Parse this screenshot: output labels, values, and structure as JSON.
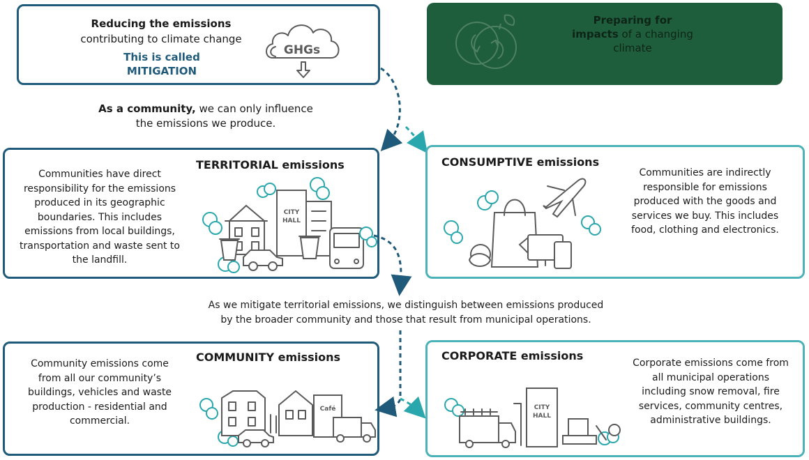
{
  "mitigation": {
    "line1": "Reducing the emissions",
    "line2": "contributing to climate change",
    "called": "This is called",
    "term": "MITIGATION",
    "cloud_label": "GHGs"
  },
  "adaptation": {
    "bold": "Preparing for",
    "bold2": "impacts",
    "rest2": " of a changing",
    "line3": "climate"
  },
  "community_note": {
    "bold": "As a community,",
    "rest1": " we can only influence",
    "line2": "the emissions we produce."
  },
  "territorial": {
    "title": "TERRITORIAL emissions",
    "lines": [
      "Communities have direct",
      "responsibility for the emissions",
      "produced in its geographic",
      "boundaries. This includes",
      "emissions from local buildings,",
      "transportation and waste sent to",
      "the landfill."
    ],
    "sign": [
      "CITY",
      "HALL"
    ]
  },
  "consumptive": {
    "title": "CONSUMPTIVE emissions",
    "lines": [
      "Communities are indirectly",
      "responsible for emissions",
      "produced with the goods and",
      "services we buy. This includes",
      "food, clothing and electronics."
    ]
  },
  "distinguish": {
    "line1": "As we mitigate territorial emissions, we distinguish between emissions produced",
    "line2": "by the broader community and those that result from municipal operations."
  },
  "community": {
    "title": "COMMUNITY emissions",
    "lines": [
      "Community emissions come",
      "from all our community’s",
      "buildings, vehicles and waste",
      "production - residential and",
      "commercial."
    ],
    "shop_sign": "Café"
  },
  "corporate": {
    "title": "CORPORATE emissions",
    "lines": [
      "Corporate emissions come from",
      "all municipal operations",
      "including snow removal, fire",
      "services, community centres,",
      "administrative buildings."
    ],
    "sign": [
      "CITY",
      "HALL"
    ]
  },
  "colors": {
    "navy": "#1f5a7a",
    "teal": "#4bb3b8",
    "dark_green": "#1f5e3c",
    "icon_gray": "#5a5a5a"
  },
  "icons": [
    "ghg-cloud-icon",
    "apple-cycle-icon",
    "airplane-icon",
    "shopping-bag-icon",
    "city-hall-icon",
    "bus-icon",
    "car-icon",
    "truck-icon",
    "fire-truck-icon",
    "snow-plow-icon"
  ]
}
